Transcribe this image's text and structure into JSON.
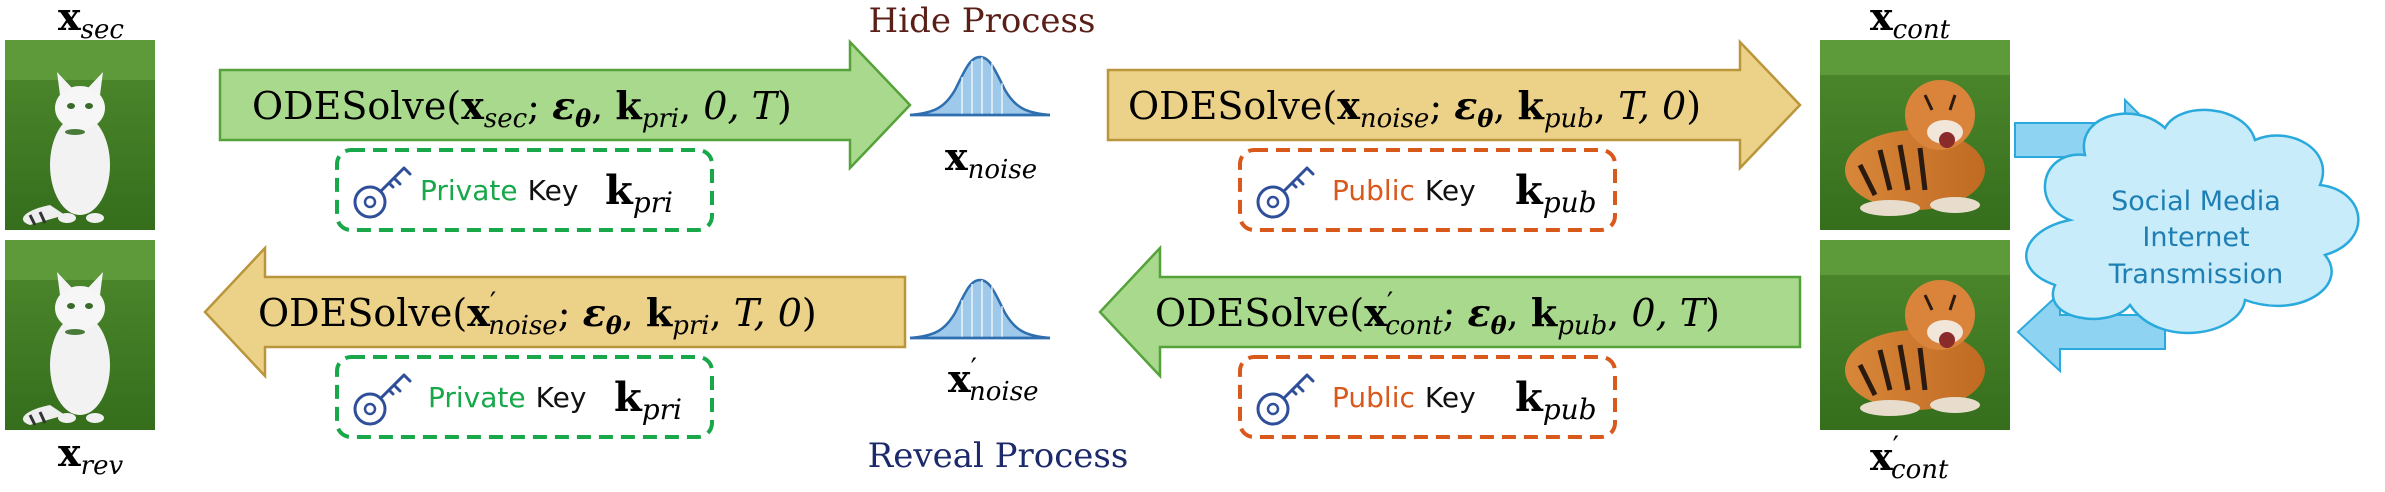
{
  "labels": {
    "hide_process": "Hide Process",
    "reveal_process": "Reveal Process",
    "x_sec": {
      "base": "x",
      "sub": "sec",
      "prime": false
    },
    "x_rev": {
      "base": "x",
      "sub": "rev",
      "prime": false
    },
    "x_cont": {
      "base": "x",
      "sub": "cont",
      "prime": false
    },
    "x_cont_prime": {
      "base": "x",
      "sub": "cont",
      "prime": true
    },
    "x_noise": {
      "base": "x",
      "sub": "noise",
      "prime": false
    },
    "x_noise_prime": {
      "base": "x",
      "sub": "noise",
      "prime": true
    }
  },
  "arrows": {
    "hide_left": {
      "func": "ODESolve(",
      "input": "x",
      "input_sub": "sec",
      "input_prime": false,
      "eps": "ε",
      "eps_sub": "θ",
      "key": "k",
      "key_sub": "pri",
      "args": "0, T",
      "close": ")"
    },
    "hide_right": {
      "func": "ODESolve(",
      "input": "x",
      "input_sub": "noise",
      "input_prime": false,
      "eps": "ε",
      "eps_sub": "θ",
      "key": "k",
      "key_sub": "pub",
      "args": "T, 0",
      "close": ")"
    },
    "reveal_left": {
      "func": "ODESolve(",
      "input": "x",
      "input_sub": "noise",
      "input_prime": true,
      "eps": "ε",
      "eps_sub": "θ",
      "key": "k",
      "key_sub": "pri",
      "args": "T, 0",
      "close": ")"
    },
    "reveal_right": {
      "func": "ODESolve(",
      "input": "x",
      "input_sub": "cont",
      "input_prime": true,
      "eps": "ε",
      "eps_sub": "θ",
      "key": "k",
      "key_sub": "pub",
      "args": "0, T",
      "close": ")"
    }
  },
  "keys": {
    "private": {
      "word": "Private",
      "key_word": "Key",
      "symbol": "k",
      "sub": "pri"
    },
    "public": {
      "word": "Public",
      "key_word": "Key",
      "symbol": "k",
      "sub": "pub"
    }
  },
  "cloud": {
    "line1": "Social Media",
    "line2": "Internet",
    "line3": "Transmission"
  },
  "colors": {
    "green_arrow_fill": "#a9d98c",
    "green_arrow_stroke": "#55a23a",
    "yellow_arrow_fill": "#ecd288",
    "yellow_arrow_stroke": "#b9953b",
    "private_key": "#18a84a",
    "public_key": "#d9581c",
    "key_icon": "#2f4f9a",
    "hide_title": "#5a1f17",
    "reveal_title": "#1b2a6a",
    "cloud_fill": "#c9ecfa",
    "cloud_stroke": "#2aa9dc",
    "cloud_text": "#1d7fb3",
    "blue_arrow_fill": "#8fd3f2",
    "curve_fill": "#9ec9ea",
    "curve_stroke": "#2f6fb0"
  },
  "images": {
    "cat": "white-cat-on-grass",
    "tiger": "tiger-lying-on-grass"
  }
}
